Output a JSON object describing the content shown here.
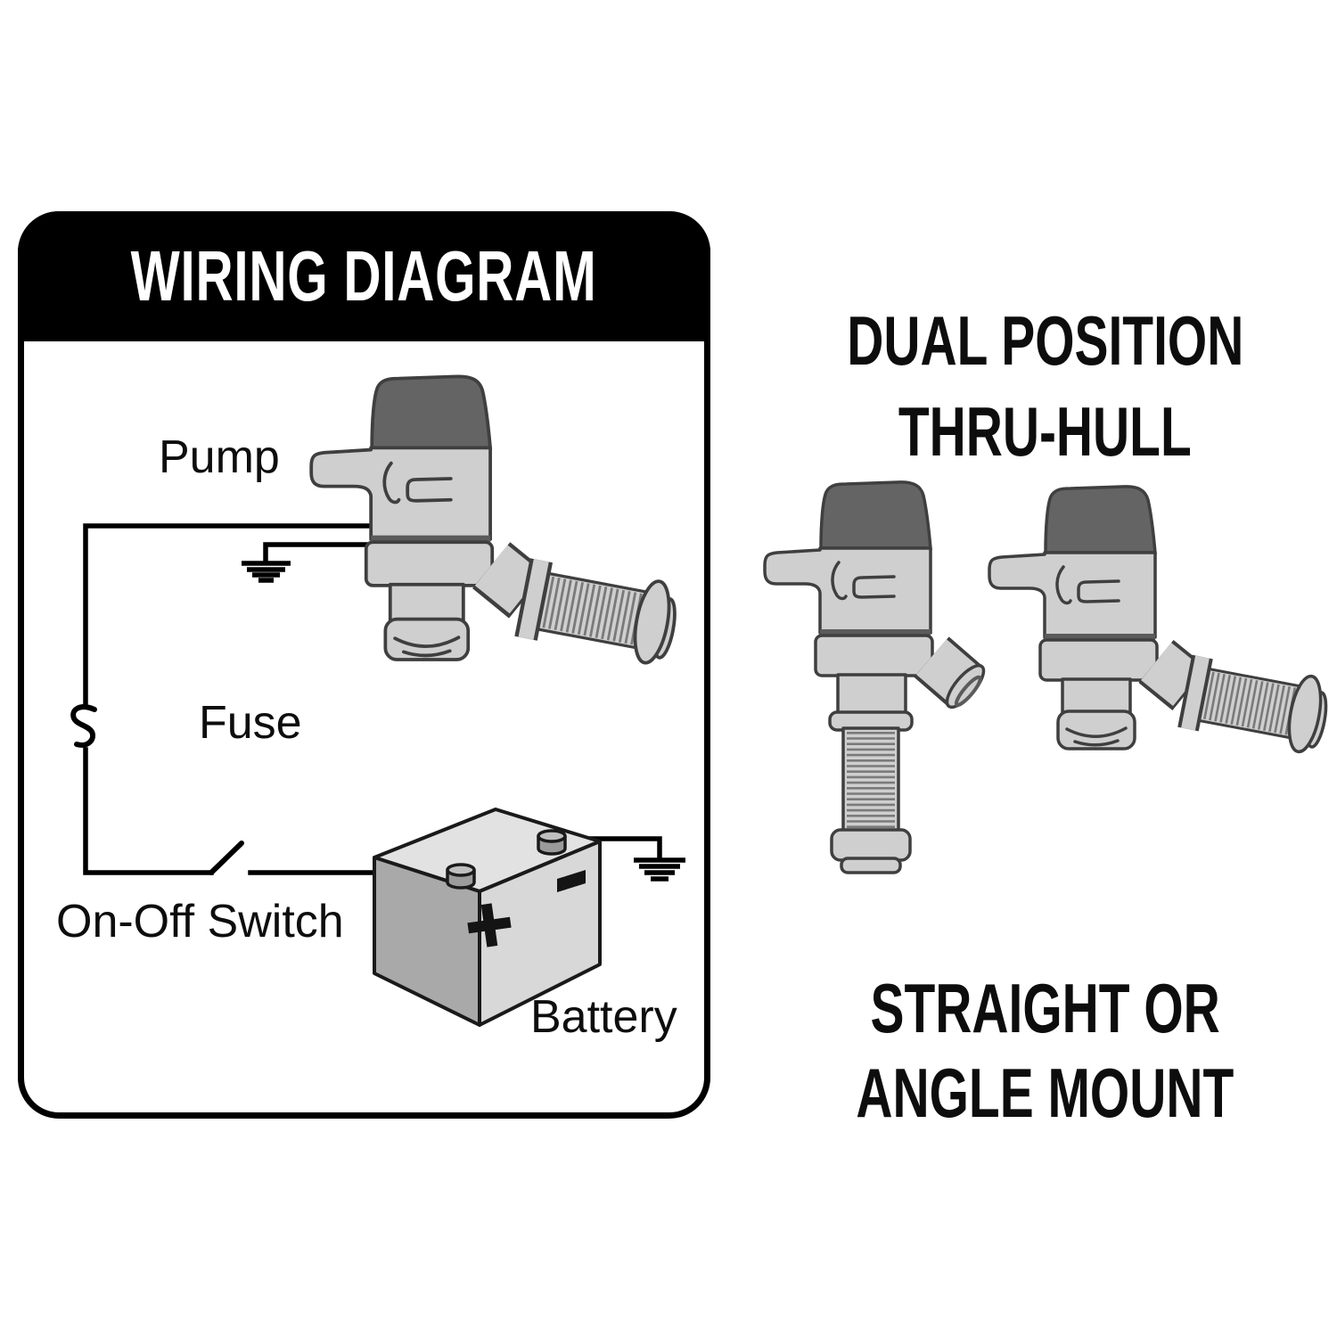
{
  "panel": {
    "title": "WIRING DIAGRAM"
  },
  "wiring_labels": {
    "pump": "Pump",
    "fuse": "Fuse",
    "switch": "On-Off Switch",
    "battery": "Battery"
  },
  "right_column": {
    "heading": [
      "DUAL POSITION",
      "THRU-HULL"
    ],
    "caption": [
      "STRAIGHT OR",
      "ANGLE MOUNT"
    ]
  },
  "icons": {
    "fuse": "s-squiggle-fuse-icon",
    "switch": "open-blade-switch-icon",
    "ground": "ground-bars-icon",
    "battery_positive": "plus",
    "battery_negative": "minus"
  },
  "colors": {
    "ink": "#0d0d0d",
    "panel-border": "#000000",
    "header-bg": "#000000",
    "header-text": "#ffffff",
    "wire": "#000000",
    "pump-body": "#cfcfcf",
    "pump-cap": "#646464",
    "pump-outline": "#3f3f3f",
    "thread-line": "#7a7a7a",
    "battery-top": "#e2e2e2",
    "battery-side": "#a9a9a9",
    "battery-front": "#d8d8d8",
    "terminal": "#9b9b9b",
    "terminal-top": "#bfbfbf"
  }
}
